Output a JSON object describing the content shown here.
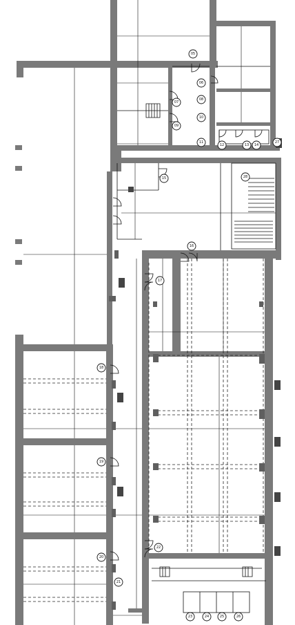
{
  "plan": {
    "room_tags": [
      "05",
      "06",
      "07",
      "08",
      "09",
      "10",
      "11",
      "12",
      "13",
      "14",
      "15",
      "16",
      "17",
      "18",
      "19",
      "20",
      "21",
      "22",
      "23",
      "24",
      "25",
      "26",
      "27",
      "28"
    ],
    "colors": {
      "wall": "#7a7a7a",
      "line": "#111111",
      "background": "#ffffff"
    }
  }
}
